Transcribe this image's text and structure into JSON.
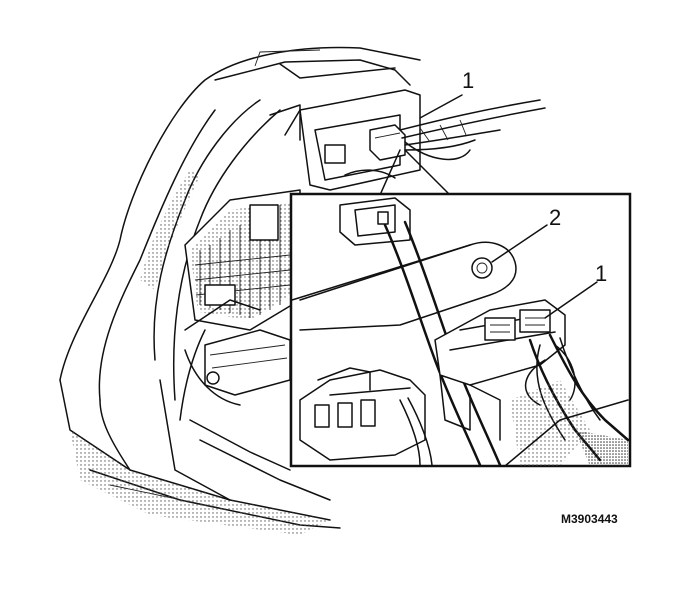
{
  "callouts": {
    "overview_label_1": "1",
    "detail_label_2": "2",
    "detail_label_1": "1"
  },
  "figure_id": "M3903443"
}
